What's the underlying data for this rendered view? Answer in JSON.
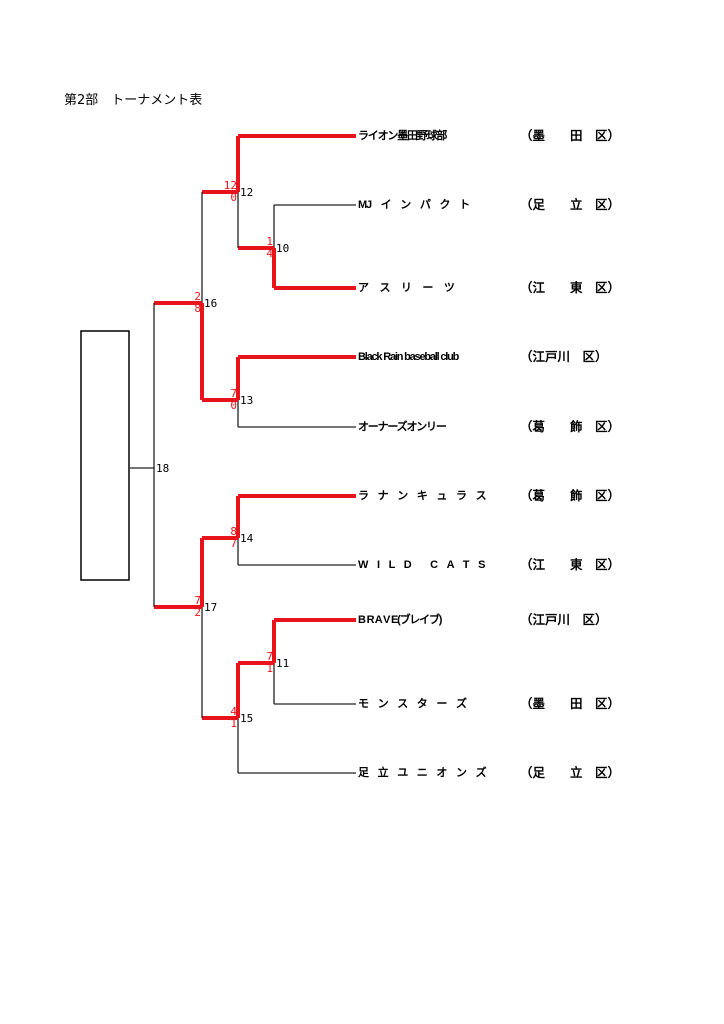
{
  "title": "第2部　トーナメント表",
  "colors": {
    "winner": "#e8141c",
    "line": "#222222"
  },
  "teams": [
    {
      "name": "ライオン墨田野球部",
      "district": "（墨　　田　区）"
    },
    {
      "name": "MJ　イ　ン　パ　ク　ト",
      "district": "（足　　立　区）"
    },
    {
      "name": "ア　 ス　 リ　 ー　 ツ",
      "district": "（江　　東　区）"
    },
    {
      "name": "Black Rain baseball club",
      "district": "（江戸川　区）"
    },
    {
      "name": "オーナーズオンリー",
      "district": "（葛　　飾　区）"
    },
    {
      "name": "ラ　ナ　ン　キ　ュ　ラ　ス",
      "district": "（葛　　飾　区）"
    },
    {
      "name": "W　I　L　D　　C　A　T　S",
      "district": "（江　　東　区）"
    },
    {
      "name": "B R A V E(ブレイブ)",
      "district": "（江戸川　区）"
    },
    {
      "name": "モ　ン　ス　タ　ー　ズ",
      "district": "（墨　　田　区）"
    },
    {
      "name": "足　立　ユ　ニ　オ　ン　ズ",
      "district": "（足　　立　区）"
    }
  ],
  "matches": [
    {
      "number": "10",
      "score_top": "1",
      "score_bottom": "4"
    },
    {
      "number": "12",
      "score_top": "12",
      "score_bottom": "0"
    },
    {
      "number": "13",
      "score_top": "7",
      "score_bottom": "0"
    },
    {
      "number": "16",
      "score_top": "2",
      "score_bottom": "8"
    },
    {
      "number": "14",
      "score_top": "8",
      "score_bottom": "7"
    },
    {
      "number": "11",
      "score_top": "7",
      "score_bottom": "1"
    },
    {
      "number": "15",
      "score_top": "4",
      "score_bottom": "1"
    },
    {
      "number": "17",
      "score_top": "7",
      "score_bottom": "2"
    },
    {
      "number": "18"
    }
  ]
}
